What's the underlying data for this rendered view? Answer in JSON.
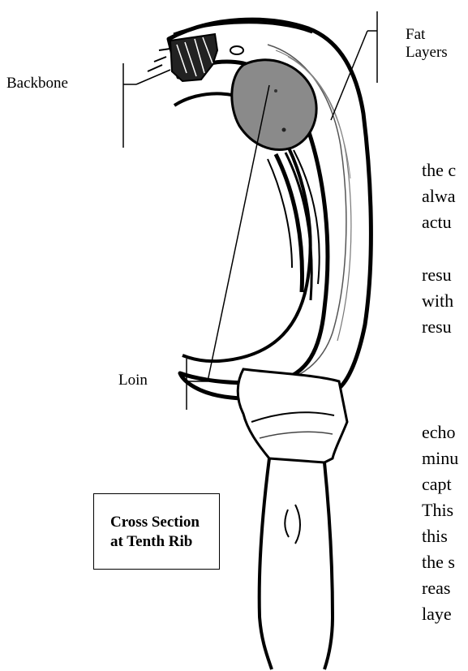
{
  "labels": {
    "fat_layers_line1": "Fat",
    "fat_layers_line2": "Layers",
    "backbone": "Backbone",
    "loin": "Loin"
  },
  "caption_box": {
    "line1": "Cross Section",
    "line2": "at Tenth Rib"
  },
  "body_text_fragments": {
    "p1": [
      "the c",
      "alwa",
      "actu"
    ],
    "p2": [
      "resu",
      "with",
      "resu"
    ],
    "p3": [
      "echo",
      "minu",
      "capt",
      "This",
      "this",
      "the s",
      "reas",
      "laye"
    ]
  },
  "colors": {
    "loin_fill": "#8a8a8a",
    "ink": "#000000"
  }
}
